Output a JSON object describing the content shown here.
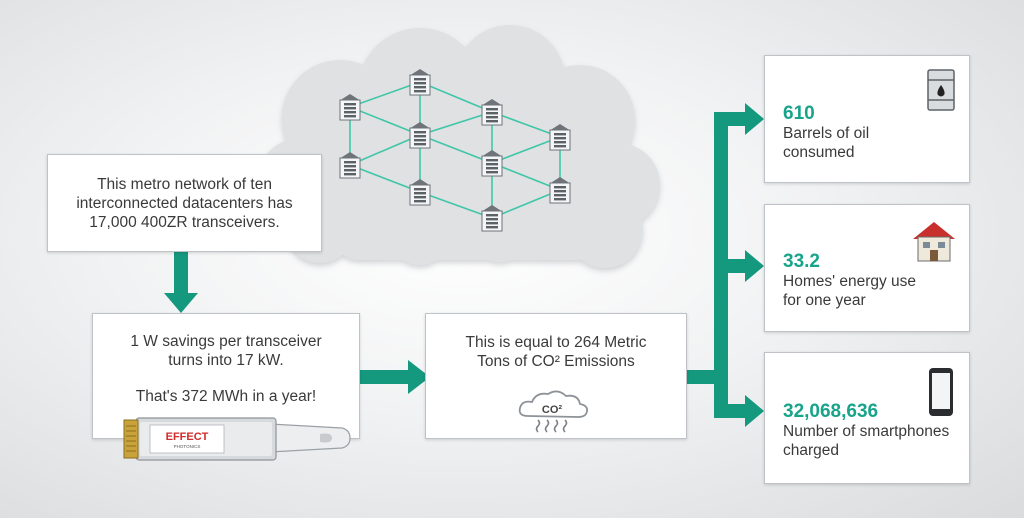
{
  "network_box": {
    "text": "This metro network of ten interconnected datacenters has 17,000 400ZR transceivers."
  },
  "savings_box": {
    "line1": "1 W savings per transceiver turns into 17 kW.",
    "line2": "That's 372 MWh in a year!"
  },
  "transceiver": {
    "brand": "EFFECT",
    "sub": "PHOTONICS"
  },
  "equal_box": {
    "text": "This is equal to 264 Metric Tons of CO² Emissions",
    "co2_label": "CO²"
  },
  "stats": [
    {
      "value": "610",
      "label": "Barrels of oil consumed",
      "icon": "oil-barrel-icon"
    },
    {
      "value": "33.2",
      "label": "Homes' energy use for one year",
      "icon": "house-icon"
    },
    {
      "value": "32,068,636",
      "label": "Number of smartphones charged",
      "icon": "smartphone-icon"
    }
  ],
  "colors": {
    "accent": "#18a48a",
    "arrow": "#14997f",
    "text": "#3a3a3a",
    "cloud": "#dfe1e3"
  }
}
